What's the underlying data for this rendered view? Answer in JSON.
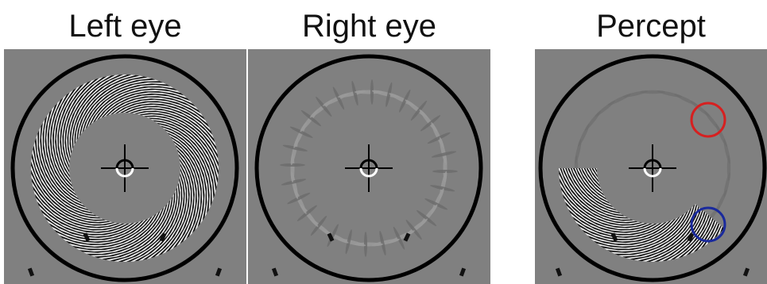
{
  "panels": [
    {
      "id": "left-eye",
      "title": "Left eye",
      "stimulus": "grating-annulus-full"
    },
    {
      "id": "right-eye",
      "title": "Right eye",
      "stimulus": "radial-gabor-ring"
    },
    {
      "id": "percept",
      "title": "Percept",
      "stimulus": "partial-dominance-wave"
    }
  ],
  "colors": {
    "background": "#808080",
    "frame": "#000000",
    "red_marker": "#d62020",
    "blue_marker": "#1a2a9c"
  },
  "markers": [
    {
      "name": "red-circle-marker",
      "color": "#d62020"
    },
    {
      "name": "blue-circle-marker",
      "color": "#1a2a9c"
    }
  ]
}
